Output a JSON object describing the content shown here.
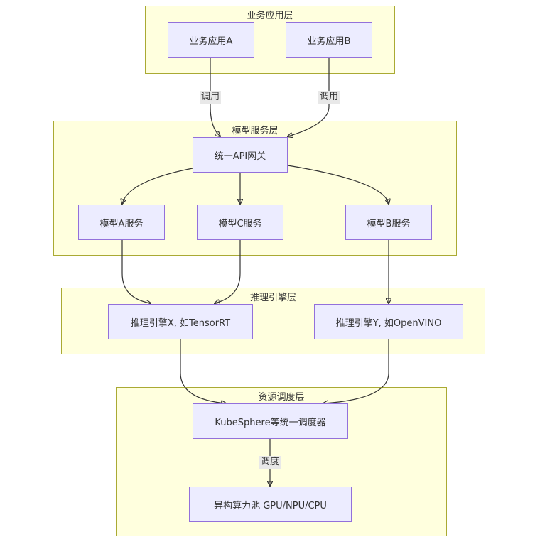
{
  "layers": {
    "business": "业务应用层",
    "model_service": "模型服务层",
    "inference": "推理引擎层",
    "resource": "资源调度层"
  },
  "nodes": {
    "app_a": "业务应用A",
    "app_b": "业务应用B",
    "gateway": "统一API网关",
    "model_a": "模型A服务",
    "model_c": "模型C服务",
    "model_b": "模型B服务",
    "engine_x": "推理引擎X, 如TensorRT",
    "engine_y": "推理引擎Y, 如OpenVINO",
    "scheduler": "KubeSphere等统一调度器",
    "pool": "异构算力池 GPU/NPU/CPU"
  },
  "edge_labels": {
    "call_a": "调用",
    "call_b": "调用",
    "schedule": "调度"
  }
}
